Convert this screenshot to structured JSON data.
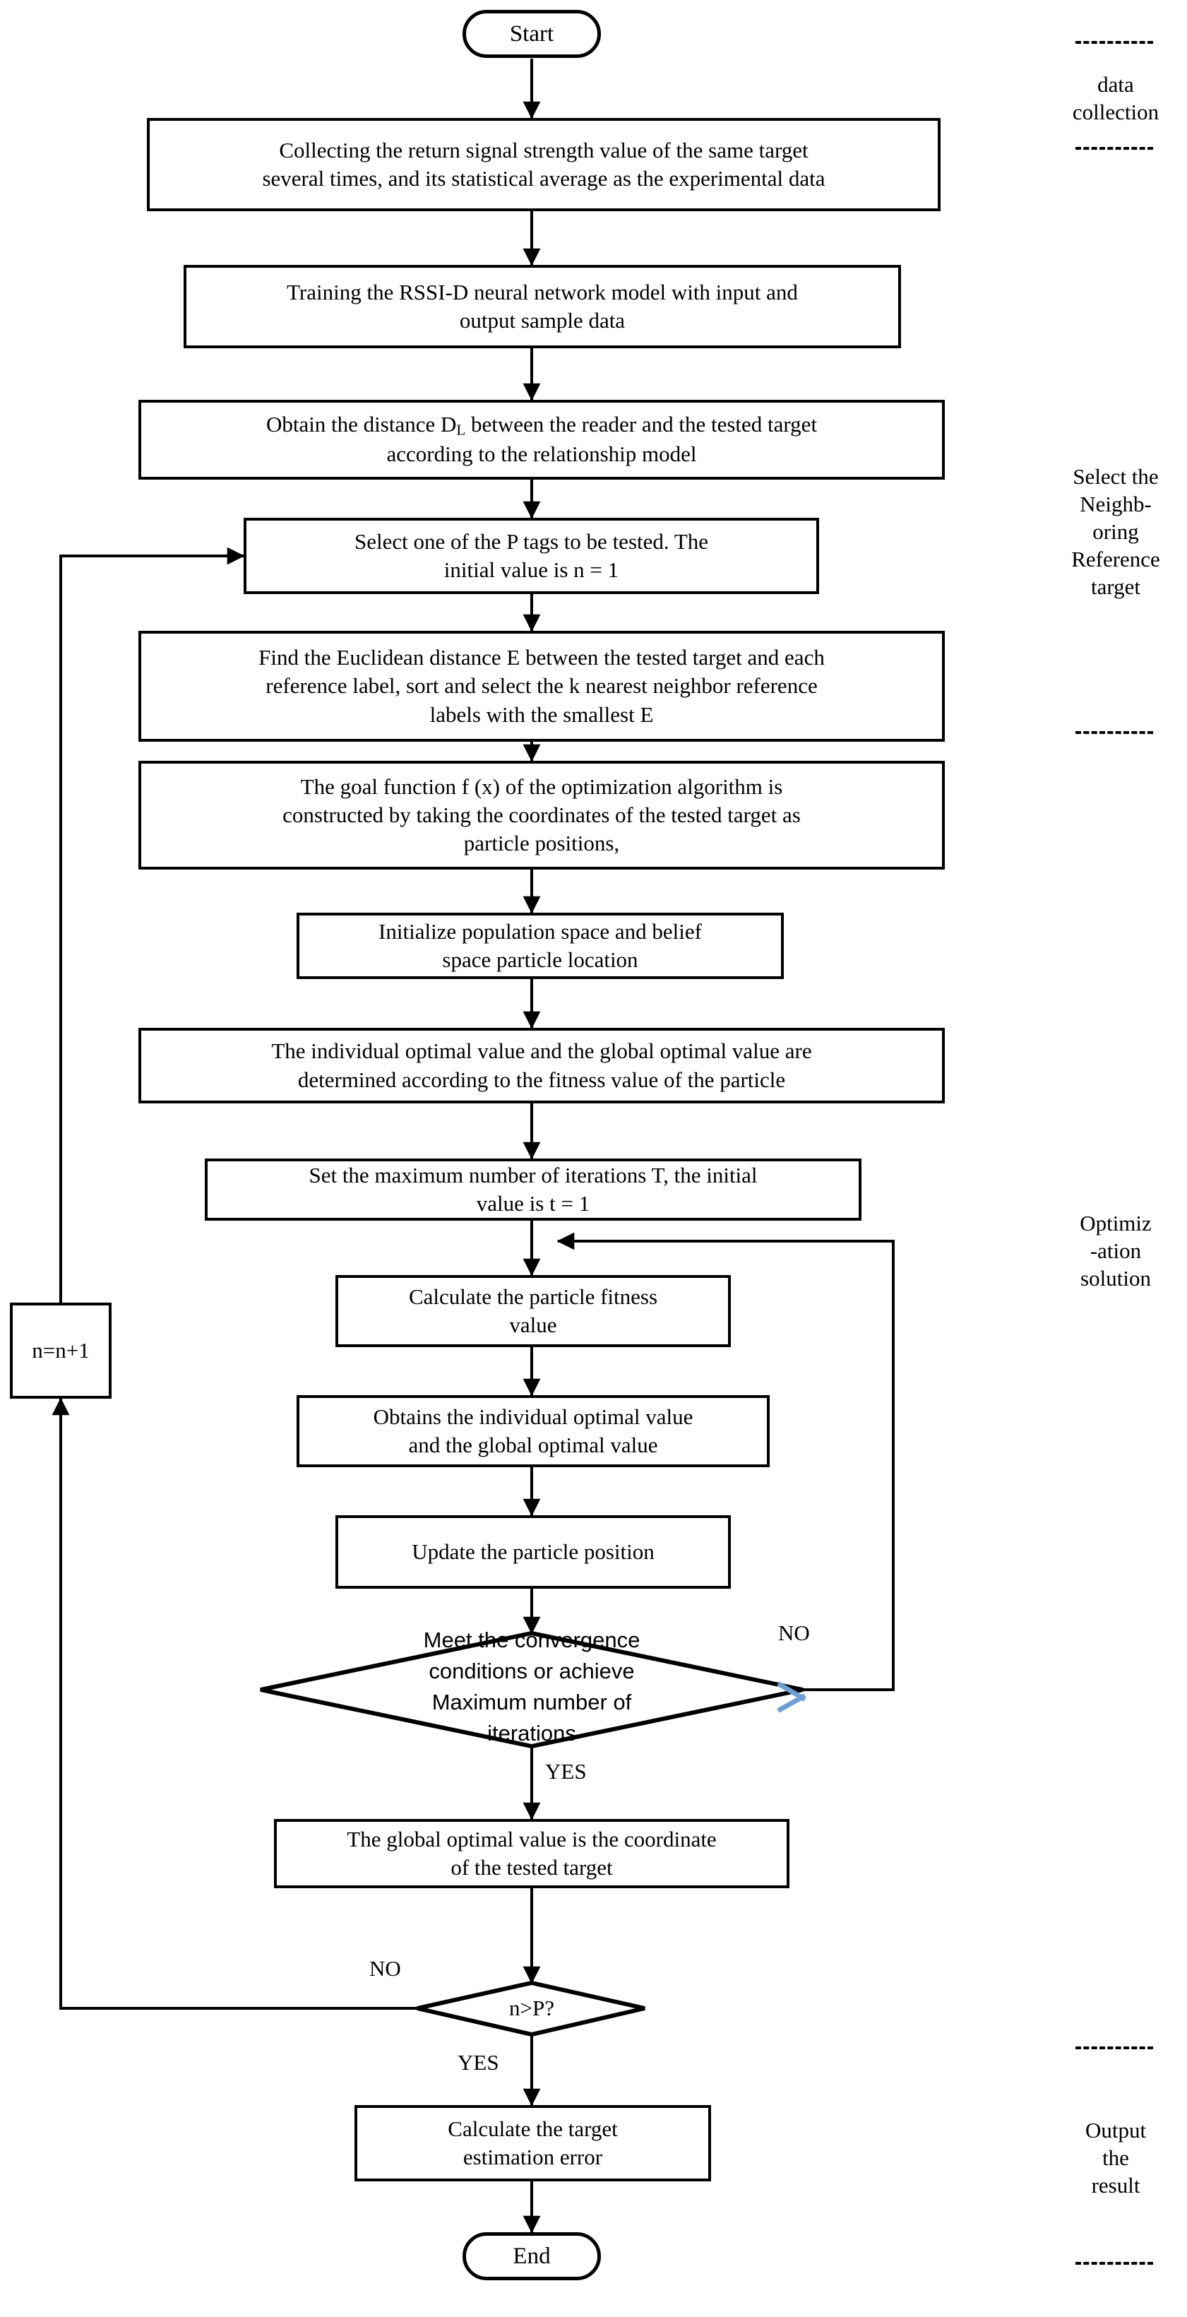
{
  "diagram": {
    "title": "RFID localization algorithm flowchart",
    "nodes": {
      "start": {
        "label": "Start",
        "shape": "terminator"
      },
      "collect": {
        "label": "Collecting the return signal strength value of the same target\nseveral times, and its statistical average as the experimental data",
        "shape": "process"
      },
      "train": {
        "label": "Training the RSSI-D neural network model with input and\noutput sample data",
        "shape": "process"
      },
      "distance_pre": {
        "label": "Obtain the distance D",
        "sub": "L",
        "label_post": " between the reader and the tested target\naccording to the relationship  model",
        "shape": "process"
      },
      "select_tag": {
        "label": "Select one of the P tags to be tested. The\ninitial value is n = 1",
        "shape": "process"
      },
      "euclidean": {
        "label": "Find the Euclidean distance E between the tested target and each\nreference label, sort and select the k nearest neighbor reference\nlabels with the smallest E",
        "shape": "process"
      },
      "goal_function": {
        "label": "The goal function f (x) of the optimization algorithm is\nconstructed by taking the coordinates of the tested target as\nparticle positions,",
        "shape": "process"
      },
      "initialize": {
        "label": "Initialize population space and belief\nspace particle location",
        "shape": "process"
      },
      "optimal_values": {
        "label": "The individual optimal value and the global optimal value are\ndetermined according to the fitness value of the particle",
        "shape": "process"
      },
      "max_iterations": {
        "label": "Set the maximum number of iterations T, the initial\nvalue is t = 1",
        "shape": "process"
      },
      "fitness": {
        "label": "Calculate the particle fitness\nvalue",
        "shape": "process"
      },
      "obtain_optimal": {
        "label": "Obtains the individual optimal value\nand the global optimal value",
        "shape": "process"
      },
      "update_position": {
        "label": "Update the particle position",
        "shape": "process"
      },
      "converge": {
        "label": "Meet the convergence\nconditions or achieve\nMaximum number of\niterations",
        "shape": "decision"
      },
      "global_coord": {
        "label": "The global optimal value is the coordinate\nof the tested target",
        "shape": "process"
      },
      "n_gt_p": {
        "label": "n>P?",
        "shape": "decision"
      },
      "increment": {
        "label": "n=n+1",
        "shape": "process"
      },
      "estimation_error": {
        "label": "Calculate the target\nestimation error",
        "shape": "process"
      },
      "end": {
        "label": "End",
        "shape": "terminator"
      }
    },
    "edge_labels": {
      "converge_no": "NO",
      "converge_yes": "YES",
      "np_no": "NO",
      "np_yes": "YES"
    },
    "phases": [
      {
        "id": "data-collection",
        "label": "data\ncollection"
      },
      {
        "id": "select-neighboring-reference-target",
        "label": "Select the\nNeighb-\noring\nReference\ntarget"
      },
      {
        "id": "optimization-solution",
        "label": "Optimiz\n-ation\nsolution"
      },
      {
        "id": "output-the-result",
        "label": "Output\nthe\nresult"
      }
    ],
    "colors": {
      "stroke": "#000000",
      "background": "#ffffff",
      "highlight_marker": "#6f9fd0"
    }
  }
}
